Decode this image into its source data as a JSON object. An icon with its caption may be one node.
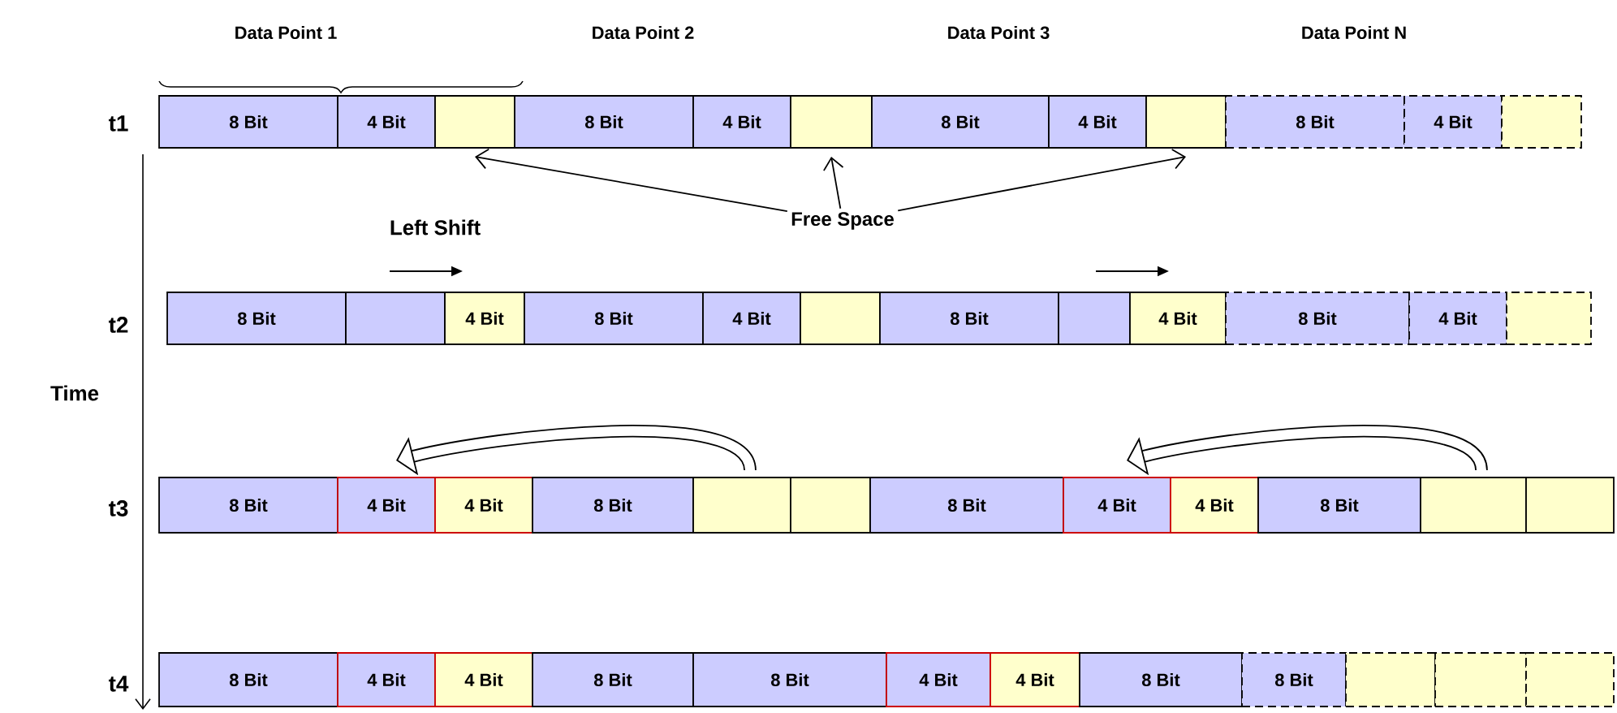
{
  "diagram": {
    "nodes": [
      {
        "text": [
          "8 Bit"
        ]
      },
      {
        "text": [
          "4 Bit"
        ]
      },
      {
        "text": [],
        "shape": "box"
      },
      {
        "text": [
          "8 Bit"
        ]
      },
      {
        "text": [
          "4 Bit"
        ]
      },
      {
        "text": [],
        "shape": "box"
      },
      {
        "text": [
          "8 Bit"
        ]
      },
      {
        "text": [
          "4 Bit"
        ]
      },
      {
        "text": [],
        "shape": "box"
      },
      {
        "text": [
          "8 Bit"
        ]
      },
      {
        "text": [
          "4 Bit"
        ]
      },
      {
        "text": [],
        "shape": "box"
      },
      {
        "text": [
          "Free Space"
        ]
      },
      {
        "text": [
          "8 Bit"
        ]
      },
      {
        "text": [],
        "shape": "box"
      },
      {
        "text": [
          "4 Bit"
        ]
      },
      {
        "text": [
          "8 Bit"
        ]
      },
      {
        "text": [
          "4 Bit"
        ]
      },
      {
        "text": [],
        "shape": "box"
      },
      {
        "text": [
          "8 Bit"
        ]
      },
      {
        "text": [],
        "shape": "box"
      },
      {
        "text": [
          "4 Bit"
        ]
      },
      {
        "text": [
          "8 Bit"
        ]
      },
      {
        "text": [
          "4 Bit"
        ]
      },
      {
        "text": [],
        "shape": "box"
      },
      {
        "text": [
          "8 Bit"
        ]
      },
      {
        "text": [
          "4 Bit"
        ]
      },
      {
        "text": [
          "4 Bit"
        ]
      },
      {
        "text": [
          "8 Bit"
        ]
      },
      {
        "text": [],
        "shape": "box"
      },
      {
        "text": [],
        "shape": "box"
      },
      {
        "text": [
          "8 Bit"
        ]
      },
      {
        "text": [
          "4 Bit"
        ]
      },
      {
        "text": [
          "4 Bit"
        ]
      },
      {
        "text": [
          "8 Bit"
        ]
      },
      {
        "text": [],
        "shape": "box"
      },
      {
        "text": [],
        "shape": "box"
      },
      {
        "text": [
          "8 Bit"
        ]
      },
      {
        "text": [
          "4 Bit"
        ]
      },
      {
        "text": [
          "4 Bit"
        ]
      },
      {
        "text": [
          "8 Bit"
        ]
      },
      {
        "text": [
          "8 Bit"
        ]
      },
      {
        "text": [
          "4 Bit"
        ]
      },
      {
        "text": [
          "4 Bit"
        ]
      },
      {
        "text": [
          "8 Bit"
        ]
      },
      {
        "text": [
          "8 Bit"
        ]
      },
      {
        "text": [],
        "shape": "box"
      },
      {
        "text": [],
        "shape": "box"
      },
      {
        "text": [],
        "shape": "box"
      }
    ],
    "edges": [
      {
        "from": 12,
        "to": 2,
        "arrow": "to"
      },
      {
        "from": 12,
        "to": 5,
        "arrow": "to"
      },
      {
        "from": 12,
        "to": 8,
        "arrow": "to"
      },
      {
        "from": 29,
        "to": 26,
        "arrow": "to",
        "style": "thick"
      },
      {
        "from": 35,
        "to": 32,
        "arrow": "to",
        "style": "thick"
      }
    ],
    "labels": [
      "Data Point 1",
      "Data Point 2",
      "Data Point 3",
      "Data Point N",
      "t1",
      "Left Shift",
      "t2",
      "Time",
      "t3",
      "t4"
    ]
  }
}
